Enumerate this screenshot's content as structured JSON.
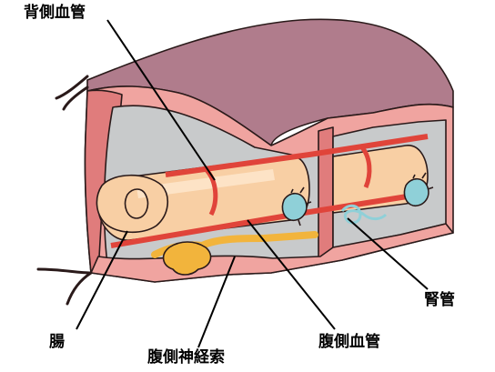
{
  "labels": {
    "dorsal_vessel": "背側血管",
    "intestine": "腸",
    "ventral_nerve_cord": "腹側神経索",
    "ventral_vessel": "腹側血管",
    "nephridium": "腎管"
  },
  "colors": {
    "outline": "#2a1a1a",
    "cuticle_top": "#b07c8c",
    "body_wall": "#f0a4a0",
    "body_wall_dark": "#e07c7c",
    "coelom": "#c8cacb",
    "intestine": "#f8cfa4",
    "intestine_light": "#fde3c6",
    "blood_vessel": "#e0443a",
    "nerve": "#f2b43c",
    "nephridium": "#8fd0d8"
  },
  "icons": {
    "setae_upper": "seta-icon",
    "setae_lower": "seta-icon"
  }
}
